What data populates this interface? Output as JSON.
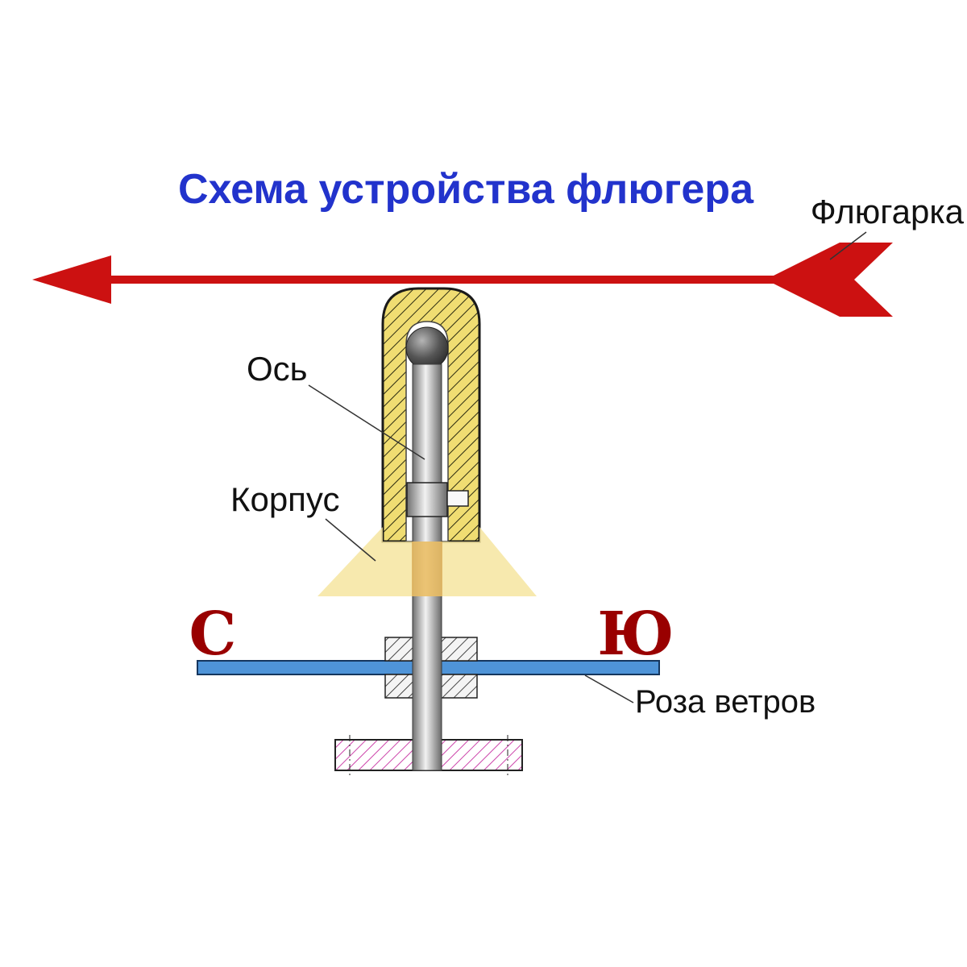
{
  "title": "Схема устройства флюгера",
  "labels": {
    "vane": "Флюгарка",
    "axis": "Ось",
    "housing": "Корпус",
    "wind_rose": "Роза ветров"
  },
  "compass": {
    "north": "С",
    "south": "Ю"
  },
  "colors": {
    "title": "#2233cc",
    "arrow": "#cc1111",
    "compass_letter": "#990000",
    "wind_rose_bar": "#4f94d8",
    "housing_fill": "#f0dd72",
    "cone_fill": "#f5e49a"
  }
}
